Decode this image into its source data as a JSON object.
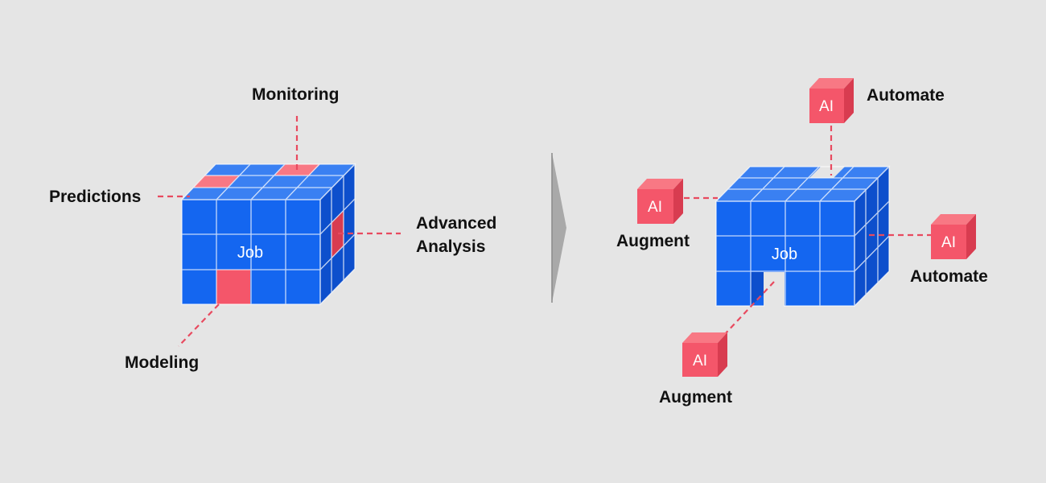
{
  "colors": {
    "background": "#e5e5e5",
    "cube_front": "#1466f0",
    "cube_top": "#3a80f2",
    "cube_side": "#0d4fcc",
    "highlight": "#f4566a",
    "highlight_side": "#d83c50",
    "highlight_top": "#f87884",
    "connector": "#e84a5f",
    "arrow": "#a9a9a9",
    "text": "#111111"
  },
  "left": {
    "center_label": "Job",
    "labels": {
      "monitoring": "Monitoring",
      "predictions": "Predictions",
      "advanced_line1": "Advanced",
      "advanced_line2": "Analysis",
      "modeling": "Modeling"
    }
  },
  "right": {
    "center_label": "Job",
    "ai_text": "AI",
    "labels": {
      "automate_top": "Automate",
      "augment_left": "Augment",
      "automate_right": "Automate",
      "augment_bottom": "Augment"
    }
  }
}
